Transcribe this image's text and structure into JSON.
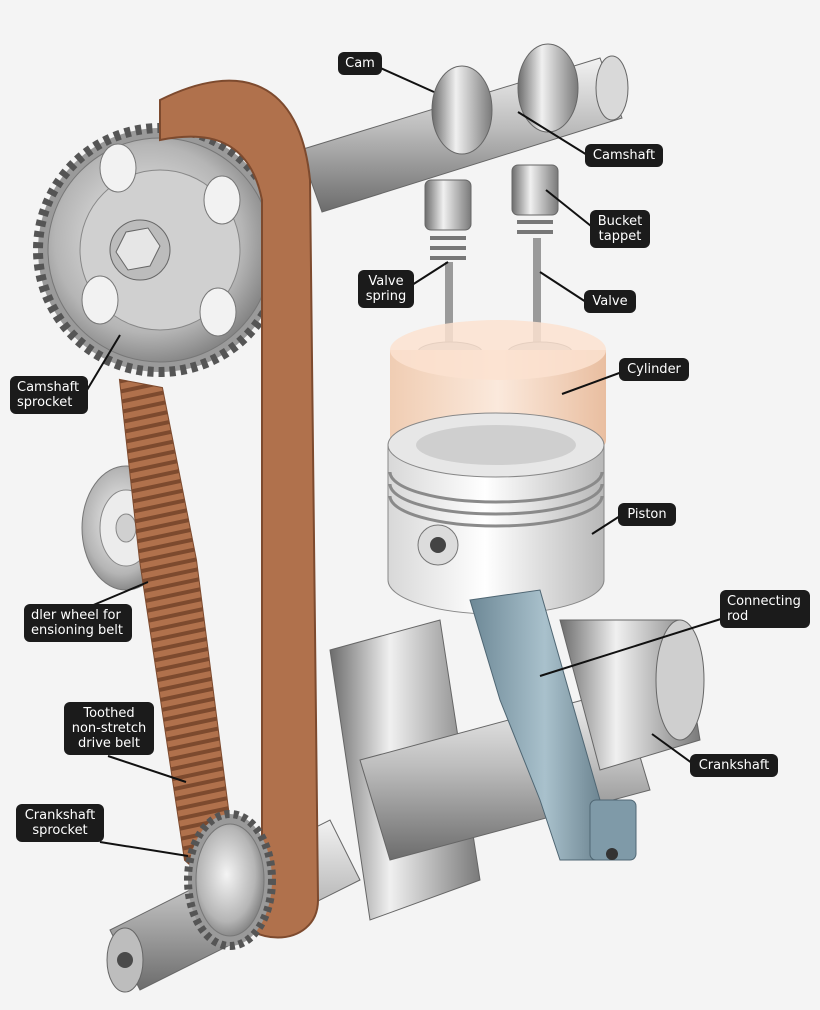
{
  "labels": {
    "cam": "Cam",
    "camshaft": "Camshaft",
    "bucket_tappet": "Bucket\ntappet",
    "valve_spring": "Valve\nspring",
    "valve": "Valve",
    "cylinder": "Cylinder",
    "camshaft_sprocket": "Camshaft\nsprocket",
    "piston": "Piston",
    "idler_wheel": "dler wheel for\nensioning belt",
    "connecting_rod": "Connecting\nrod",
    "toothed_belt": "Toothed\nnon-stretch\ndrive belt",
    "crankshaft": "Crankshaft",
    "crankshaft_sprocket": "Crankshaft\nsprocket"
  },
  "colors": {
    "label_bg": "#1b1b1b",
    "label_text": "#ffffff",
    "belt": "#b0714c",
    "belt_dark": "#7d4a2e",
    "metal": "#c4c4c4",
    "metal_dark": "#6f6f6f",
    "rod": "#8fa7b3",
    "cylinder": "#f3d6c0"
  }
}
